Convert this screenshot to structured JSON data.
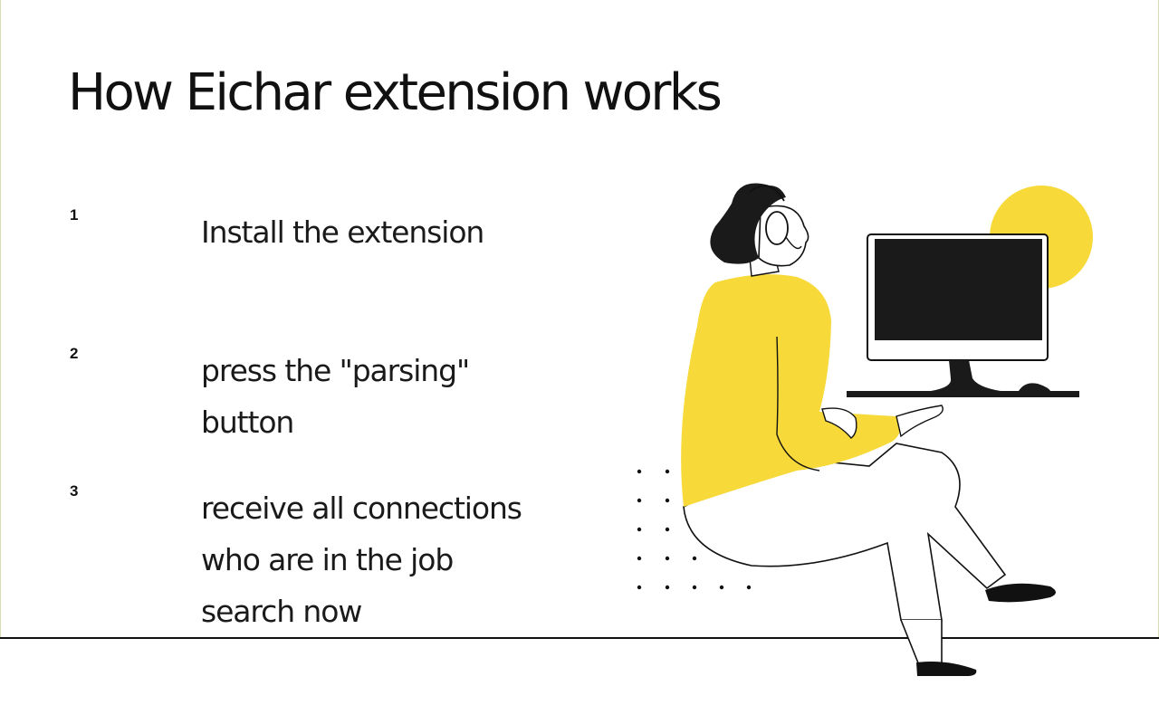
{
  "title": "How Eichar extension works",
  "steps": [
    {
      "number": "1",
      "text": "Install the extension"
    },
    {
      "number": "2",
      "text": "press the \"parsing\" button"
    },
    {
      "number": "3",
      "text": "receive all connections who are in the job search now"
    }
  ],
  "colors": {
    "accent_yellow": "#f7d93a",
    "ink": "#111111",
    "background": "#ffffff"
  },
  "illustration": {
    "subject": "woman-with-headset-at-computer-icon"
  }
}
